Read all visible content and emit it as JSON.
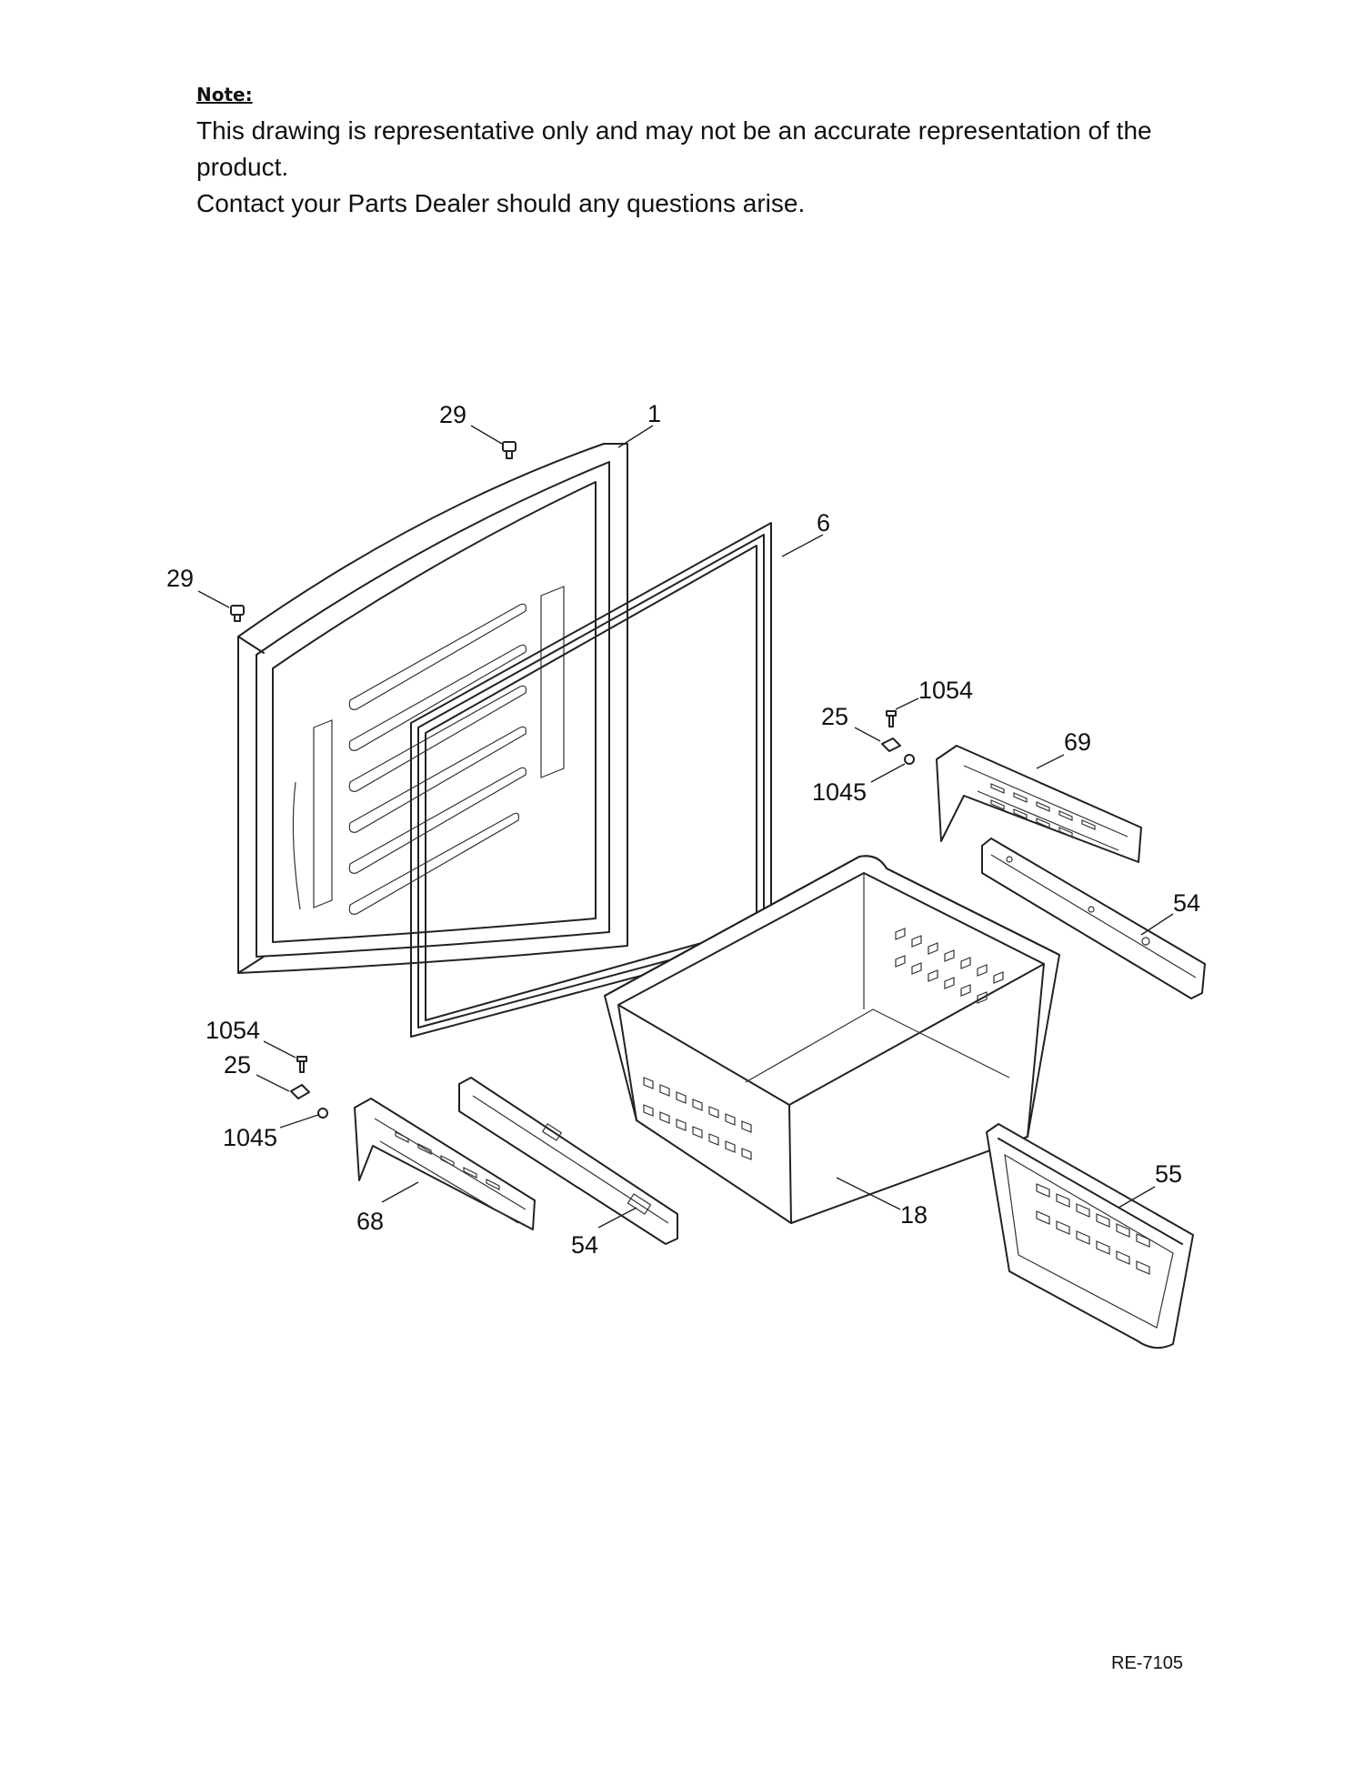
{
  "note": {
    "heading": "Note:",
    "lines": [
      "This drawing is representative only and may not be an accurate representation of the",
      "product.",
      "Contact your Parts Dealer should any questions arise."
    ]
  },
  "callouts": {
    "door_top_hinge_pin": "29",
    "door": "1",
    "gasket": "6",
    "door_side_hinge_pin": "29",
    "right_screw": "1054",
    "right_clip": "25",
    "right_nut": "1045",
    "right_bracket": "69",
    "right_rail": "54",
    "basket": "18",
    "left_screw": "1054",
    "left_clip": "25",
    "left_nut": "1045",
    "left_bracket": "68",
    "left_rail": "54",
    "basket_divider": "55"
  },
  "document_code": "RE-7105"
}
